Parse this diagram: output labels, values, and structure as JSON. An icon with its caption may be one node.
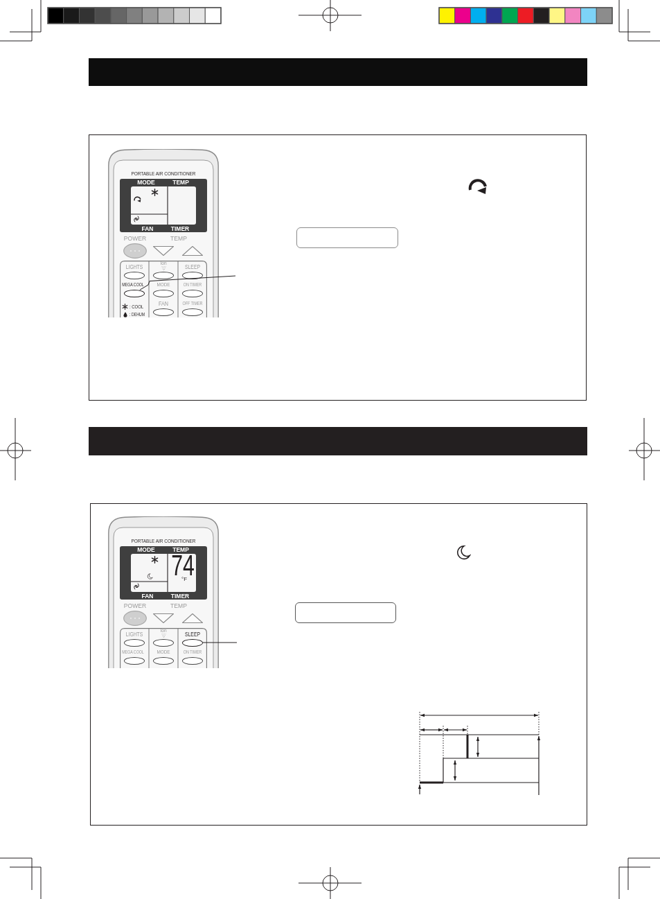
{
  "diagram": {
    "nodes": [
      {
        "text": [
          "MEGA COOL"
        ]
      },
      {
        "text": [
          "SLEEP"
        ]
      }
    ],
    "edges": [
      {
        "from": null,
        "to": 0,
        "arrow": "none"
      },
      {
        "from": null,
        "to": 1,
        "arrow": "none"
      }
    ],
    "labels": [
      "PORTABLE AIR CONDITIONER",
      "MODE",
      "TEMP",
      "FAN",
      "TIMER",
      "POWER",
      "TEMP",
      "LIGHTS",
      "Ion",
      "SLEEP",
      "MODE",
      "ON TIMER",
      ": COOL",
      "FAN",
      "OFF TIMER",
      ": DEHUM",
      "PORTABLE AIR CONDITIONER",
      "MODE",
      "TEMP",
      "74",
      "°F",
      "FAN",
      "TIMER",
      "POWER",
      "TEMP",
      "LIGHTS",
      "Ion",
      "MEGA COOL",
      "MODE",
      "ON TIMER"
    ]
  }
}
